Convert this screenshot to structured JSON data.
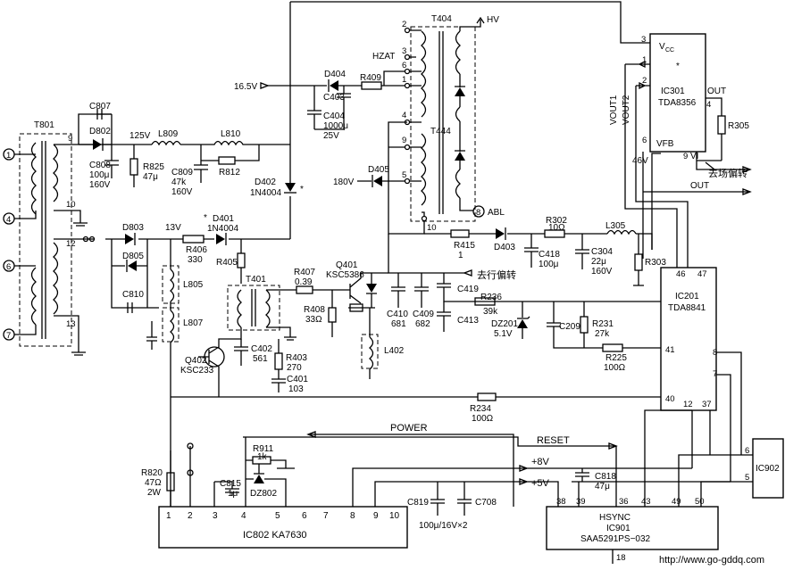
{
  "labels": {
    "t801": "T801",
    "t401": "T401",
    "t404": "T404",
    "t444": "T444",
    "hv": "HV",
    "hzat": "HZAT",
    "v16_5": "16.5V",
    "v125": "125V",
    "v13": "13V",
    "v180": "180V",
    "v46": "46V",
    "abl": "ABL",
    "c807": "C807",
    "d802": "D802",
    "l809": "L809",
    "l810": "L810",
    "c808": "C808",
    "c808v": "100μ",
    "c808u": "160V",
    "r825": "R825",
    "r825v": "47μ",
    "c809": "C809",
    "c809v": "47k",
    "c809u": "160V",
    "r812": "R812",
    "d402": "D402",
    "d402v": "1N4004",
    "d404": "D404",
    "r409": "R409",
    "c403": "C403",
    "c404": "C404",
    "c404v": "1000μ",
    "c404u": "25V",
    "d405": "D405",
    "d803": "D803",
    "d805": "D805",
    "c810": "C810",
    "l805": "L805",
    "l807": "L807",
    "r406": "R406",
    "r406v": "330",
    "d401": "D401",
    "d401v": "1N4004",
    "r405": "R405",
    "r407": "R407",
    "r407v": "0.39",
    "q401": "Q401",
    "q401v": "KSC5386",
    "r408": "R408",
    "r408v": "33Ω",
    "q402": "Q402",
    "q402v": "KSC233",
    "c402": "C402",
    "c402v": "561",
    "r403": "R403",
    "r403v": "270",
    "c401": "C401",
    "c401v": "103",
    "l402": "L402",
    "c410": "C410",
    "c410v": "681",
    "c409": "C409",
    "c409v": "682",
    "c419": "C419",
    "c413": "C413",
    "r236": "R236",
    "r236v": "39k",
    "dz201": "DZ201",
    "dz201v": "5.1V",
    "c209": "C209",
    "r231": "R231",
    "r231v": "27k",
    "r225": "R225",
    "r225v": "100Ω",
    "r234": "R234",
    "r234v": "100Ω",
    "r415": "R415",
    "r415v": "1",
    "d403": "D403",
    "c418": "C418",
    "c418v": "100μ",
    "r302": "R302",
    "r302v": "10Ω",
    "l305": "L305",
    "c304": "C304",
    "c304v": "22μ",
    "c304u": "160V",
    "r303": "R303",
    "r305": "R305",
    "hdrive": "去行偏转",
    "vdrive": "去场偏转",
    "out_arrow": "OUT",
    "power": "POWER",
    "reset": "RESET",
    "p8v": "+8V",
    "p5v": "+5V",
    "r820": "R820",
    "r820v": "47Ω",
    "r820u": "2W",
    "c815": "C815",
    "c815v": "1μ",
    "r911": "R911",
    "r911v": "1k",
    "dz802": "DZ802",
    "c819": "C819",
    "c708": "C708",
    "c819v": "100μ/16V×2",
    "c818": "C818",
    "c818v": "47μ",
    "vout1": "VOUT1",
    "vout2": "VOUT2",
    "star": "*",
    "url": "http://www.go-gddq.com"
  },
  "ic301": {
    "vcc": "V",
    "vcc_sub": "CC",
    "name": "IC301",
    "part": "TDA8356",
    "out": "OUT",
    "vfb": "VFB",
    "vi": "VI",
    "p1": "1",
    "p2": "2",
    "p3": "3",
    "p4": "4",
    "p6": "6",
    "p9": "9"
  },
  "ic201": {
    "name": "IC201",
    "part": "TDA8841",
    "p46": "46",
    "p47": "47",
    "p41": "41",
    "p40": "40",
    "p8": "8",
    "p7": "7",
    "p12": "12",
    "p37": "37"
  },
  "ic802": {
    "name": "IC802 KA7630",
    "pins": [
      "1",
      "2",
      "3",
      "4",
      "5",
      "6",
      "7",
      "8",
      "9",
      "10"
    ]
  },
  "ic901": {
    "hsync": "HSYNC",
    "name": "IC901",
    "part": "SAA5291PS−032",
    "p38": "38",
    "p39": "39",
    "p36": "36",
    "p43": "43",
    "p49": "49",
    "p50": "50",
    "p18": "18"
  },
  "ic902": {
    "name": "IC902",
    "p6": "6",
    "p5": "5"
  },
  "t801_pins": [
    "1",
    "4",
    "6",
    "7"
  ],
  "t801_taps": [
    "9",
    "10",
    "12",
    "13"
  ],
  "t404_taps": [
    "2",
    "3",
    "6",
    "1",
    "4",
    "9",
    "5",
    "10",
    "8"
  ]
}
